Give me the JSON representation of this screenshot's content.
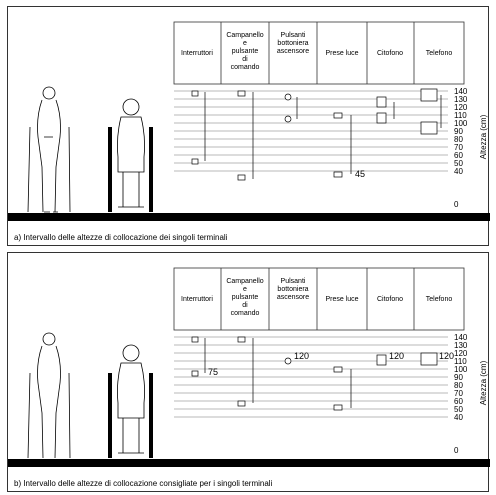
{
  "columns": [
    "Interruttori",
    "Campanello e pulsante di comando",
    "Pulsanti bottoniera ascensore",
    "Prese luce",
    "Citofono",
    "Telefono"
  ],
  "axis": {
    "title": "Altezza (cm)",
    "ticks": [
      "140",
      "130",
      "120",
      "110",
      "100",
      "90",
      "80",
      "70",
      "60",
      "50",
      "40",
      "0"
    ]
  },
  "panel_a": {
    "caption": "a) Intervallo delle altezze di collocazione dei singoli terminali",
    "annotations": [
      "45"
    ]
  },
  "panel_b": {
    "caption": "b) Intervallo delle altezze di collocazione consigliate per i singoli terminali",
    "annotations": [
      "75",
      "120",
      "120",
      "120"
    ]
  },
  "colors": {
    "ink": "#000000",
    "line": "#777777",
    "ground": "#000000"
  }
}
